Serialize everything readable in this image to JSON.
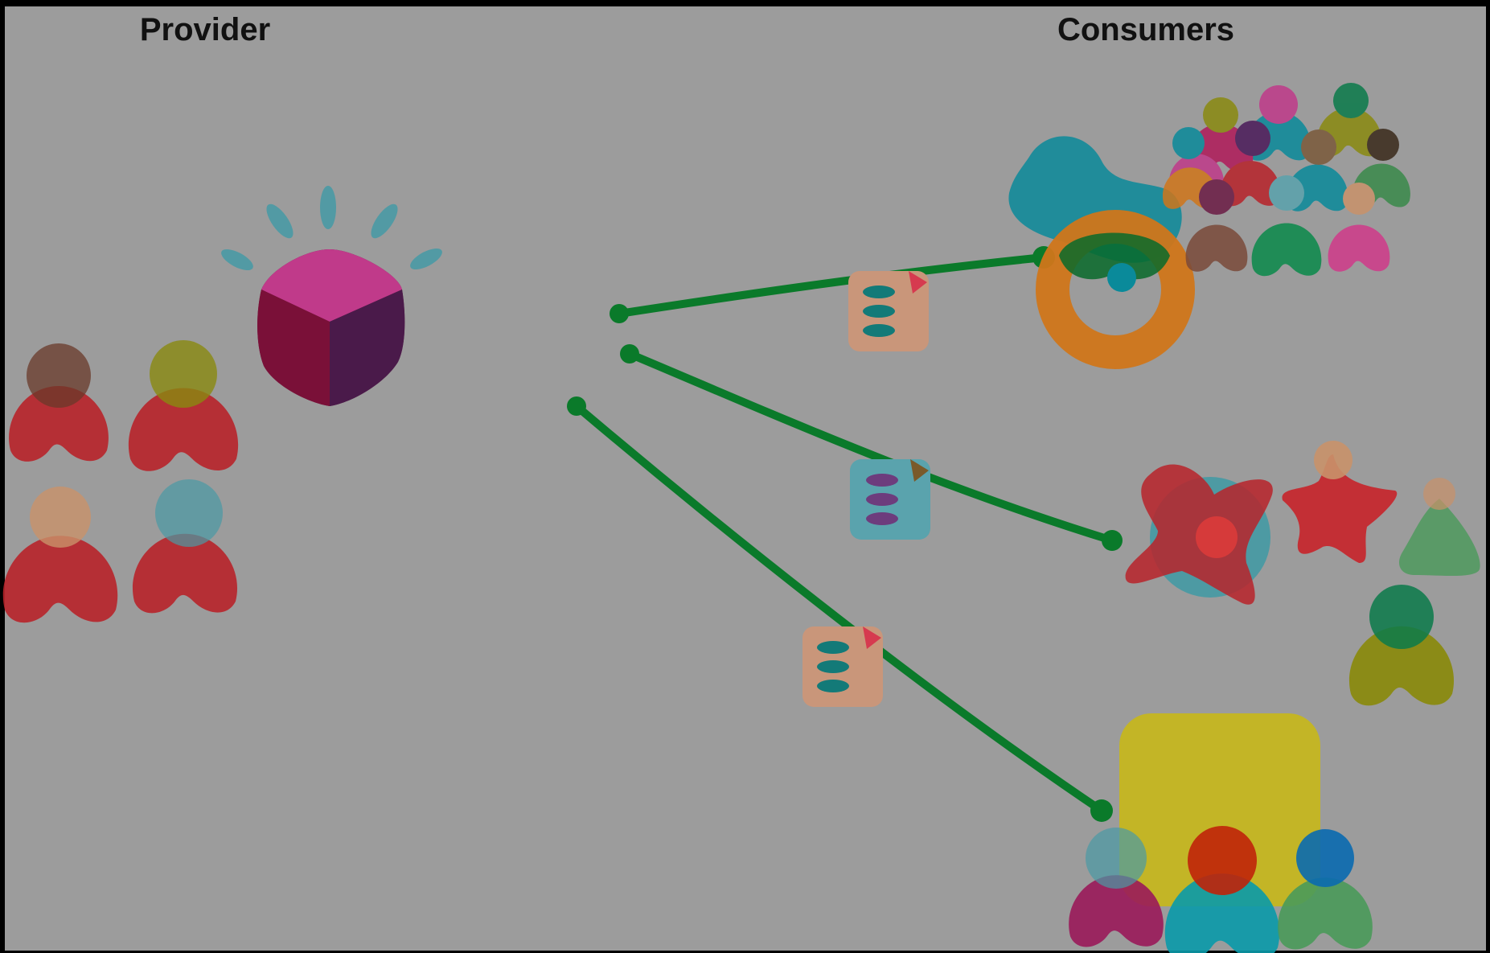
{
  "labels": {
    "provider": "Provider",
    "consumers": "Consumers"
  },
  "colors": {
    "background": "#9c9c9c",
    "frame": "#000000",
    "link": "#0a7a2a",
    "doc_orange": "#c9967a",
    "doc_teal": "#5aa3ad",
    "teal_stripe": "#137a78",
    "purple_stripe": "#6d3c7d",
    "doc_corner_red": "#d63a4f",
    "doc_corner_brown": "#7a5a2a"
  },
  "diagram": {
    "nodes": [
      {
        "id": "provider-group",
        "icon": "people-group-icon"
      },
      {
        "id": "service-cube",
        "icon": "cube-icon"
      },
      {
        "id": "consumer-group-crowd",
        "icon": "crowd-icon"
      },
      {
        "id": "consumer-group-shapes",
        "icon": "shapes-group-icon"
      },
      {
        "id": "consumer-group-team",
        "icon": "team-icon"
      }
    ],
    "edges": [
      {
        "from": "provider",
        "to": "consumer-group-crowd",
        "document": "document-icon-orange"
      },
      {
        "from": "provider",
        "to": "consumer-group-shapes",
        "document": "document-icon-teal"
      },
      {
        "from": "provider",
        "to": "consumer-group-team",
        "document": "document-icon-orange"
      }
    ]
  }
}
